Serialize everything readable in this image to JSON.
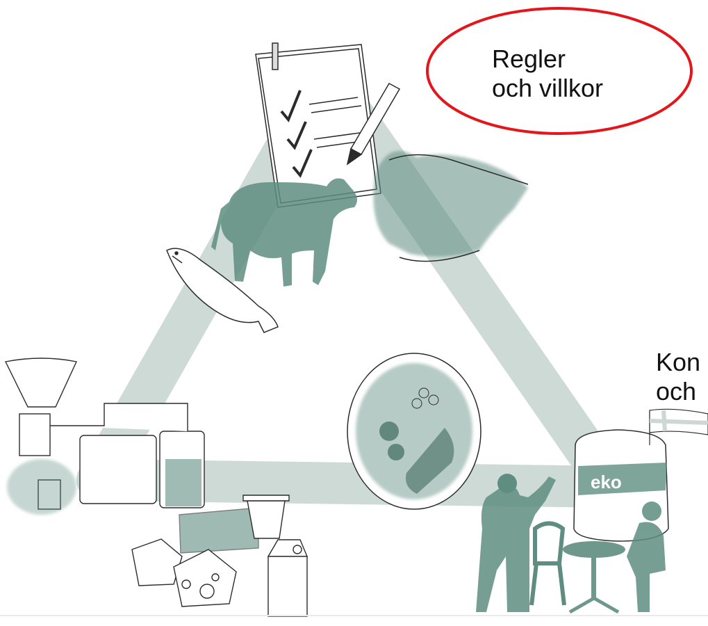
{
  "labels": {
    "rules": {
      "line1": "Regler",
      "line2": "och villkor"
    },
    "consumer": {
      "line1": "Kon",
      "line2": "och"
    }
  },
  "badges": {
    "jar_label": "eko"
  },
  "colors": {
    "background": "#ffffff",
    "triangle": "#c8d6d1",
    "watercolor": "#5f8d80",
    "watercolor_dark": "#3f6b5f",
    "ink": "#2b2b2b",
    "highlight_ellipse": "#e4161b"
  },
  "icons": [
    "checklist-icon",
    "pen-icon",
    "cow-icon",
    "fish-icon",
    "handshake-icon",
    "plate-icon",
    "waiter-icon",
    "jar-icon",
    "flag-icon",
    "cafe-table-icon",
    "chair-icon",
    "seated-person-icon",
    "factory-machine-icon",
    "cheese-icon",
    "yogurt-cup-icon",
    "milk-carton-icon"
  ]
}
